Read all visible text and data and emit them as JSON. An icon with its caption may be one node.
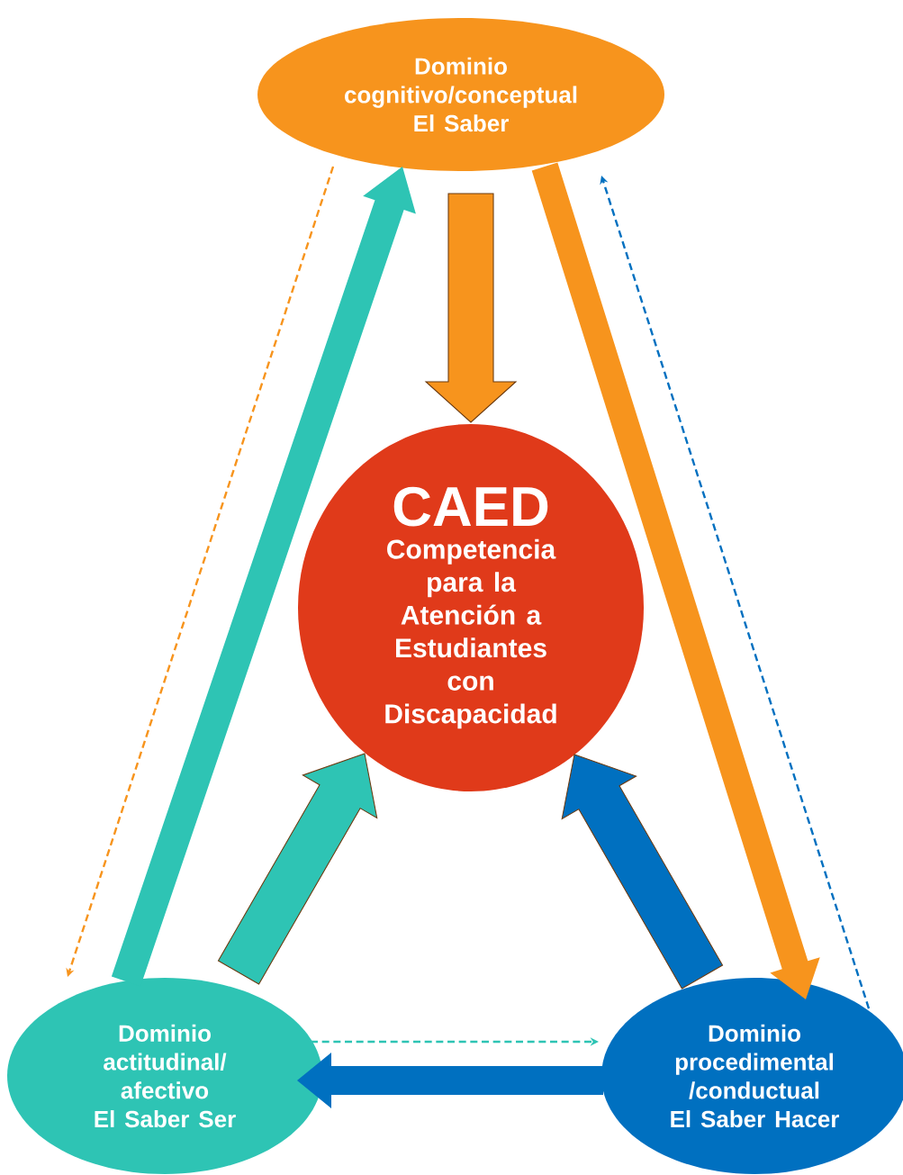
{
  "diagram": {
    "nodes": [
      {
        "text": [
          "Dominio cognitivo/conceptual",
          "El Saber"
        ]
      },
      {
        "text": [
          "CAED",
          "Competencia para la Atención a Estudiantes con Discapacidad"
        ]
      },
      {
        "text": [
          "Dominio actitudinal/ afectivo",
          "El Saber Ser"
        ]
      },
      {
        "text": [
          "Dominio procedimental /conductual",
          "El Saber Hacer"
        ]
      }
    ],
    "edges": [
      {
        "from": 0,
        "to": 1,
        "arrow": "to",
        "style": "thick",
        "color": "#f7941d"
      },
      {
        "from": 2,
        "to": 0,
        "arrow": "to",
        "style": "thick",
        "color": "#2ec4b4"
      },
      {
        "from": 0,
        "to": 3,
        "arrow": "to",
        "style": "thick",
        "color": "#f7941d"
      },
      {
        "from": 0,
        "to": 2,
        "arrow": "to",
        "style": "dashed",
        "color": "#f7941d"
      },
      {
        "from": 3,
        "to": 0,
        "arrow": "to",
        "style": "dashed",
        "color": "#0070c0"
      },
      {
        "from": 2,
        "to": 3,
        "arrow": "to",
        "style": "dashed",
        "color": "#2ec4b4"
      },
      {
        "from": 3,
        "to": 2,
        "arrow": "to",
        "style": "thick",
        "color": "#0070c0"
      },
      {
        "from": 2,
        "to": 1,
        "arrow": "to",
        "style": "thick",
        "color": "#2ec4b4"
      },
      {
        "from": 3,
        "to": 1,
        "arrow": "to",
        "style": "thick",
        "color": "#0070c0"
      }
    ]
  }
}
